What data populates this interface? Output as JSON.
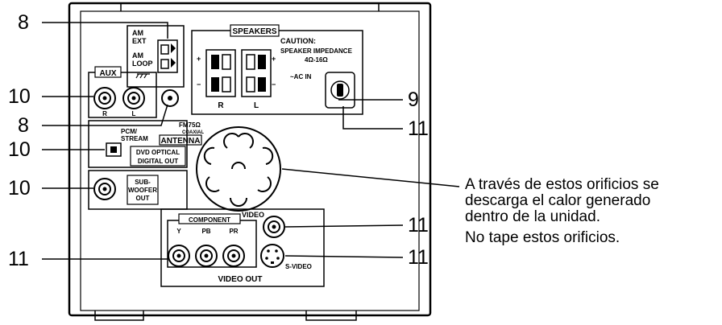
{
  "callouts": {
    "antenna_terminal": "8",
    "aux_in": "10",
    "fm_coaxial": "8",
    "optical_out": "10",
    "subwoofer_out": "10",
    "speakers": "9",
    "ac_in": "11",
    "video_out": "11",
    "component_out": "11",
    "s_video_out": "11"
  },
  "panel": {
    "am_ext": "AM\nEXT",
    "am_loop": "AM\nLOOP",
    "aux": "AUX",
    "r": "R",
    "l": "L",
    "fm": "FM75Ω",
    "coaxial": "COAXIAL",
    "antenna": "ANTENNA",
    "pcm_stream": "PCM/\nSTREAM",
    "dvd_optical": "DVD OPTICAL",
    "digital_out": "DIGITAL OUT",
    "sub": "SUB-",
    "woofer": "WOOFER",
    "out": "OUT",
    "speakers": "SPEAKERS",
    "caution": "CAUTION:",
    "speaker_impedance": "SPEAKER IMPEDANCE",
    "impedance_value": "4Ω-16Ω",
    "ac_in": "~AC IN",
    "spk_r": "R",
    "spk_l": "L",
    "plus": "+",
    "minus": "−",
    "component": "COMPONENT",
    "y": "Y",
    "pb": "PB",
    "pr": "PR",
    "video": "VIDEO",
    "s_video": "S-VIDEO",
    "video_out": "VIDEO   OUT"
  },
  "caption": {
    "line1": "A través de estos orificios se",
    "line2": "descarga el calor generado",
    "line3": "dentro de la unidad.",
    "line4": "No tape estos orificios."
  }
}
